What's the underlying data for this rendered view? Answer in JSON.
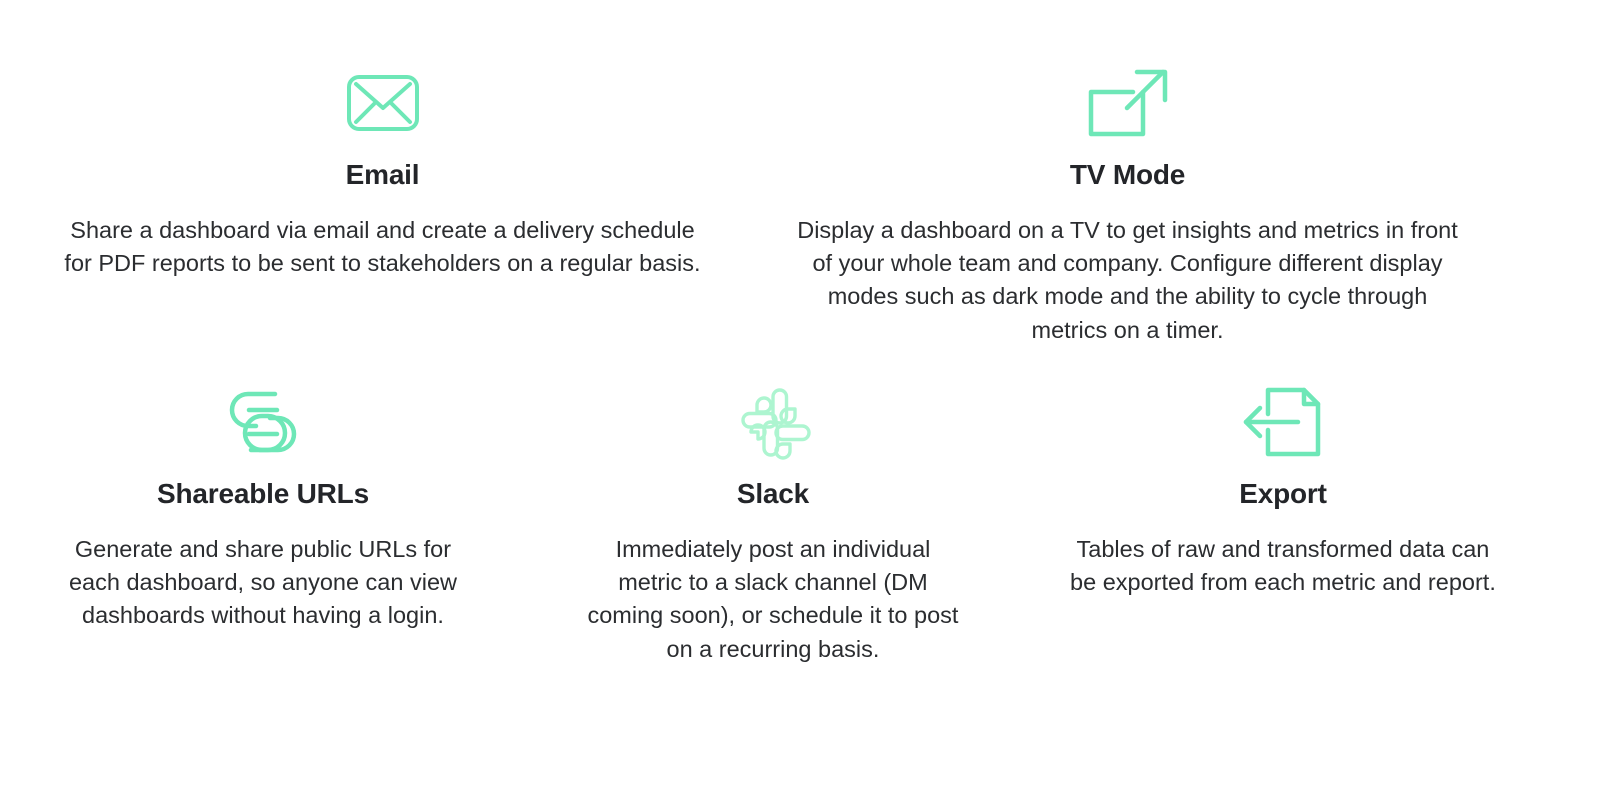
{
  "theme": {
    "background": "#ffffff",
    "accent": "#6EE7B7",
    "title_color": "#232529",
    "body_color": "#2b2d30"
  },
  "features": {
    "row_top": [
      {
        "id": "email",
        "icon": "envelope-icon",
        "title": "Email",
        "description": "Share a dashboard via email and create a delivery schedule for PDF reports to be sent to stakeholders on a regular basis."
      },
      {
        "id": "tv-mode",
        "icon": "external-link-icon",
        "title": "TV Mode",
        "description": "Display a dashboard on a TV to get insights and metrics in front of your whole team and company. Configure different display modes such as dark mode and the ability to cycle through metrics on a timer."
      }
    ],
    "row_bottom": [
      {
        "id": "shareable-urls",
        "icon": "link-chain-icon",
        "title": "Shareable URLs",
        "description": "Generate and share public URLs for each dashboard, so anyone can view dashboards without having a login."
      },
      {
        "id": "slack",
        "icon": "slack-icon",
        "title": "Slack",
        "description": "Immediately post an individual metric to a slack channel (DM coming soon), or schedule it to post on a recurring basis."
      },
      {
        "id": "export",
        "icon": "file-export-icon",
        "title": "Export",
        "description": "Tables of raw and transformed data can be exported from each metric and report."
      }
    ]
  }
}
